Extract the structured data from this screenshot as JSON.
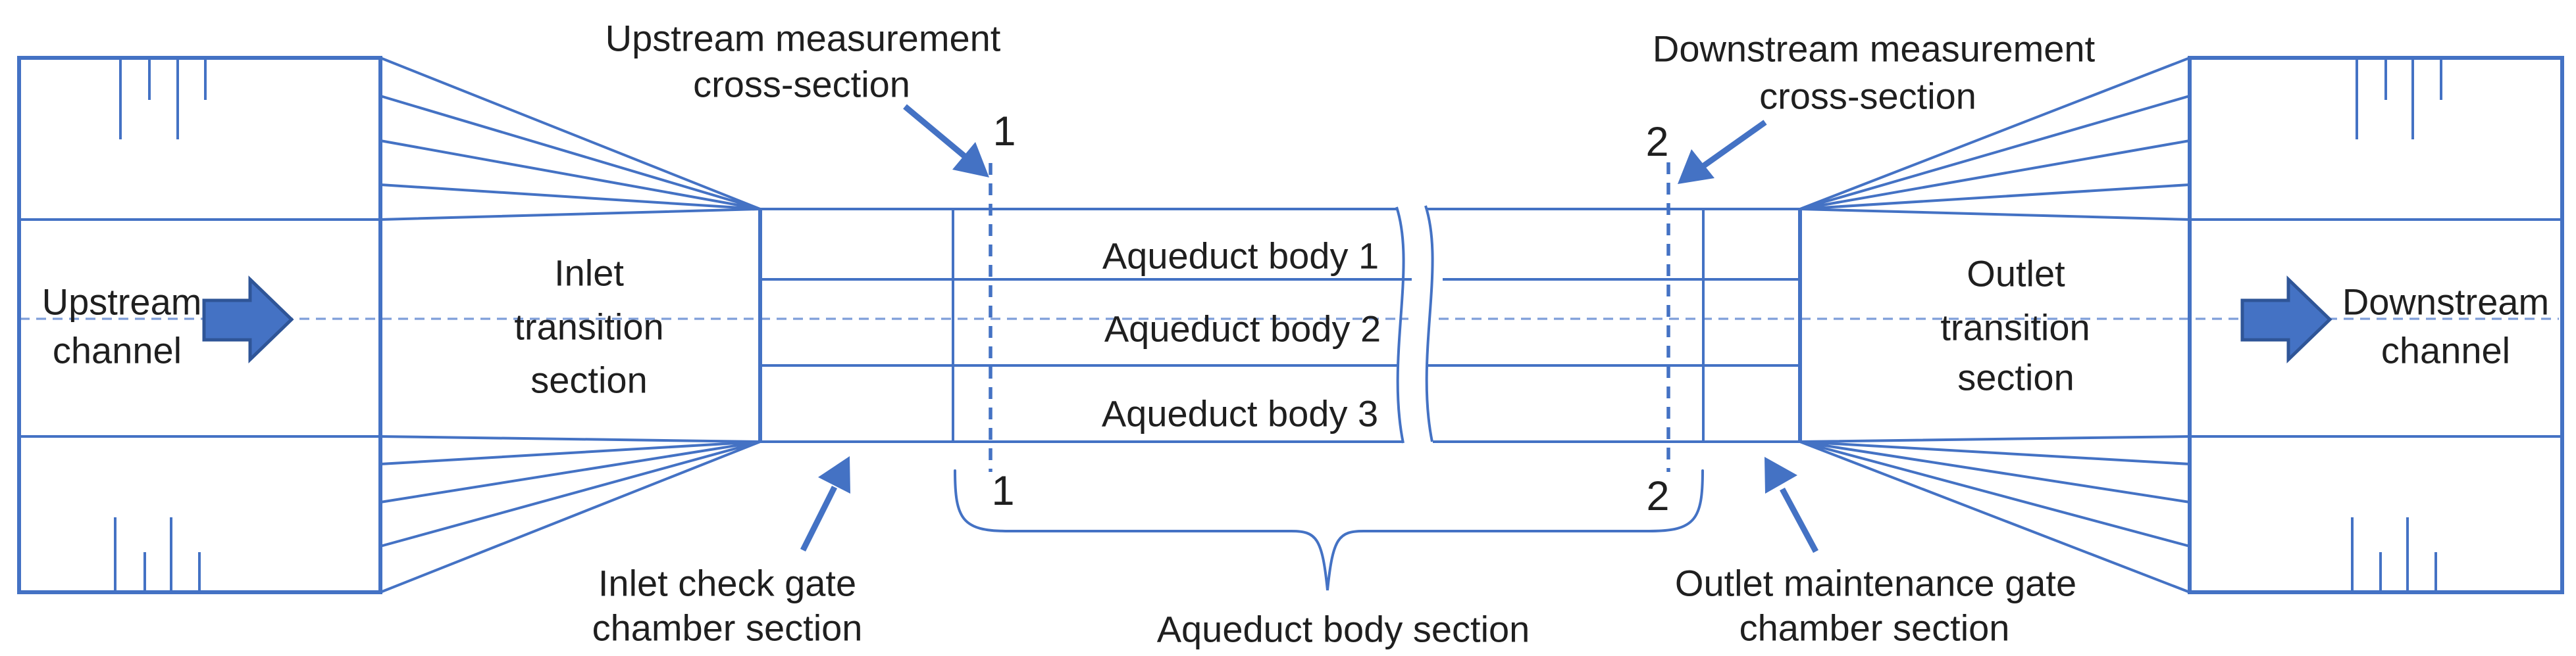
{
  "colors": {
    "line": "#4472c4",
    "line-dark": "#2f5597",
    "centerline": "#7e9ed9",
    "text": "#1f1f1f",
    "background": "#ffffff"
  },
  "labels": {
    "upstream_channel": {
      "line1": "Upstream",
      "line2": "channel"
    },
    "inlet_transition": {
      "line1": "Inlet",
      "line2": "transition",
      "line3": "section"
    },
    "inlet_gate_chamber": {
      "line1": "Inlet check gate",
      "line2": "chamber section"
    },
    "upstream_measurement": {
      "line1": "Upstream measurement",
      "line2": "cross-section"
    },
    "downstream_measurement": {
      "line1": "Downstream measurement",
      "line2": "cross-section"
    },
    "aqueduct_bodies": [
      "Aqueduct body 1",
      "Aqueduct body 2",
      "Aqueduct body 3"
    ],
    "aqueduct_body_section": "Aqueduct body section",
    "outlet_gate_chamber": {
      "line1": "Outlet maintenance gate",
      "line2": "chamber section"
    },
    "outlet_transition": {
      "line1": "Outlet",
      "line2": "transition",
      "line3": "section"
    },
    "downstream_channel": {
      "line1": "Downstream",
      "line2": "channel"
    },
    "section_markers": {
      "upstream_top": "1",
      "upstream_bottom": "1",
      "downstream_top": "2",
      "downstream_bottom": "2"
    }
  }
}
